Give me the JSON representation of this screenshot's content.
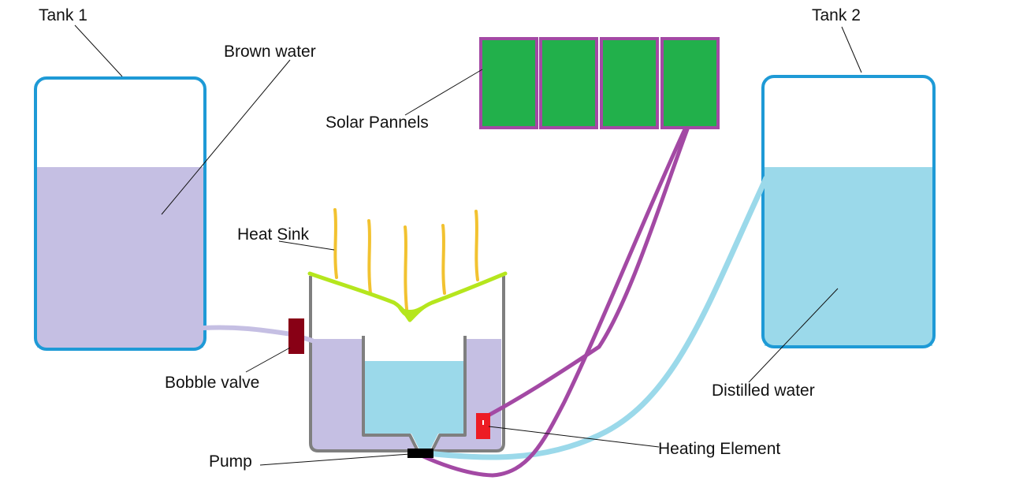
{
  "labels": {
    "tank1": "Tank 1",
    "tank2": "Tank 2",
    "brown_water": "Brown water",
    "solar_panels": "Solar Pannels",
    "heat_sink": "Heat Sink",
    "bobble_valve": "Bobble valve",
    "distilled_water": "Distilled water",
    "heating_element": "Heating Element",
    "pump": "Pump"
  },
  "colors": {
    "tank_outline": "#1e9ad6",
    "brown_water_fill": "#c5bfe3",
    "distilled_water_fill": "#9bd9ea",
    "solar_panel_fill": "#22b04b",
    "solar_panel_border": "#a349a4",
    "wire": "#a349a4",
    "heat_sink_fins": "#f2c230",
    "heat_sink_plate": "#b5e61d",
    "valve": "#880015",
    "heating_element": "#ed1c24",
    "pump": "#000000",
    "vessel_outline": "#7f7f7f",
    "brown_pipe": "#c5bfe3",
    "distilled_pipe": "#9bd9ea"
  },
  "solar_panel_count": 4,
  "heat_sink_fin_count": 5
}
